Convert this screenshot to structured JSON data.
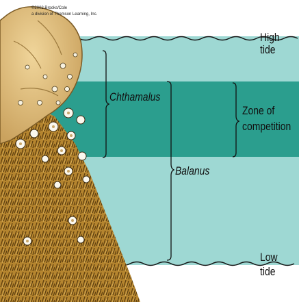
{
  "copyright": {
    "line1": "©2002 Brooks/Cole",
    "line2": "a division of Thomson Learning, Inc."
  },
  "labels": {
    "high_tide": "High tide",
    "high_tide_line1": "High",
    "high_tide_line2": "tide",
    "chthamalus": "Chthamalus",
    "balanus": "Balanus",
    "zone_line1": "Zone of",
    "zone_line2": "competition",
    "low_tide_line1": "Low",
    "low_tide_line2": "tide"
  },
  "colors": {
    "water": "#9ed8d3",
    "zone_band": "#2b9e8e",
    "rock": "#e2c07f",
    "seaweed": "#a8792a",
    "background": "#ffffff"
  }
}
